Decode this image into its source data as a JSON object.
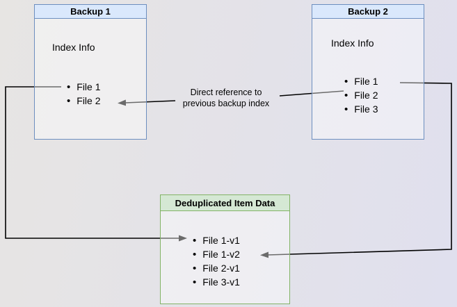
{
  "colors": {
    "canvas-left": "#e7e5e3",
    "canvas-right": "#e0e0ee",
    "box-blue-fill": "#dae8fc",
    "box-blue-border": "#6c8ebf",
    "box-green-fill": "#d5e8d4",
    "box-green-border": "#82b366",
    "connector": "#000000"
  },
  "backup1": {
    "title": "Backup 1",
    "section_label": "Index Info",
    "items": [
      "File 1",
      "File 2"
    ]
  },
  "backup2": {
    "title": "Backup 2",
    "section_label": "Index Info",
    "items": [
      "File 1",
      "File 2",
      "File 3"
    ]
  },
  "dedup_box": {
    "title": "Deduplicated Item Data",
    "items": [
      "File 1-v1",
      "File 1-v2",
      "File 2-v1",
      "File 3-v1"
    ]
  },
  "edge_label": {
    "line1": "Direct reference to",
    "line2": "previous backup index"
  }
}
